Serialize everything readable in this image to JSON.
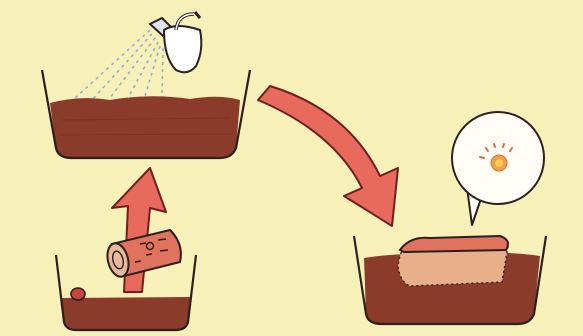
{
  "diagram": {
    "steps": [
      {
        "id": "water-soil",
        "description_icon": "watering-can-icon"
      },
      {
        "id": "place-wood",
        "description_icon": "wood-log-icon"
      },
      {
        "id": "bury-wood",
        "description_icon": "egg-callout-icon"
      }
    ],
    "colors": {
      "background": "#f7f0b8",
      "soil": "#8a3b2a",
      "soil_dark": "#6e2a1d",
      "arrow": "#e86a5c",
      "arrow_outline": "#6e2020",
      "wood": "#e0735e",
      "wood_buried": "#e8b08a",
      "water": "#8fb2cf",
      "line": "#2b1f1f",
      "callout_fill": "#fffdf6",
      "egg_outer": "#f2a04a",
      "egg_inner": "#f6cf5a"
    }
  }
}
